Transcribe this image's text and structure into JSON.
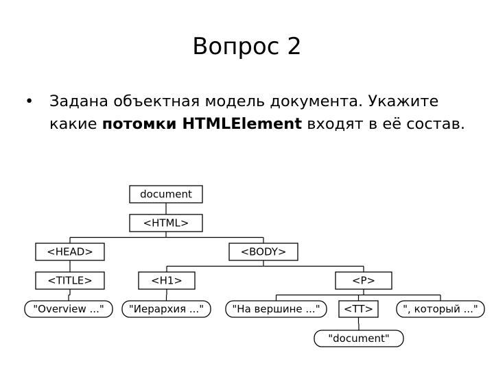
{
  "slide": {
    "title": "Вопрос 2",
    "bullet": "•",
    "question_part1": "Задана объектная модель документа. Укажите какие ",
    "question_bold": "потомки HTMLElement",
    "question_part2": " входят в её состав."
  },
  "tree": {
    "nodes": [
      {
        "id": "document",
        "label": "document",
        "shape": "rect"
      },
      {
        "id": "html",
        "label": "<HTML>",
        "shape": "rect"
      },
      {
        "id": "head",
        "label": "<HEAD>",
        "shape": "rect"
      },
      {
        "id": "body",
        "label": "<BODY>",
        "shape": "rect"
      },
      {
        "id": "title",
        "label": "<TITLE>",
        "shape": "rect"
      },
      {
        "id": "h1",
        "label": "<H1>",
        "shape": "rect"
      },
      {
        "id": "p",
        "label": "<P>",
        "shape": "rect"
      },
      {
        "id": "overview",
        "label": "\"Overview ...\"",
        "shape": "rounded"
      },
      {
        "id": "ierarchy",
        "label": "\"Иерархия ...\"",
        "shape": "rounded"
      },
      {
        "id": "naversh",
        "label": "\"На вершине ...\"",
        "shape": "rounded"
      },
      {
        "id": "tt",
        "label": "<TT>",
        "shape": "rect"
      },
      {
        "id": "kotoryi",
        "label": "\", который ...\"",
        "shape": "rounded"
      },
      {
        "id": "doctext",
        "label": "\"document\"",
        "shape": "rounded"
      }
    ],
    "edges": [
      [
        "document",
        "html"
      ],
      [
        "html",
        "head"
      ],
      [
        "html",
        "body"
      ],
      [
        "head",
        "title"
      ],
      [
        "body",
        "h1"
      ],
      [
        "body",
        "p"
      ],
      [
        "title",
        "overview"
      ],
      [
        "h1",
        "ierarchy"
      ],
      [
        "p",
        "naversh"
      ],
      [
        "p",
        "tt"
      ],
      [
        "p",
        "kotoryi"
      ],
      [
        "tt",
        "doctext"
      ]
    ]
  }
}
